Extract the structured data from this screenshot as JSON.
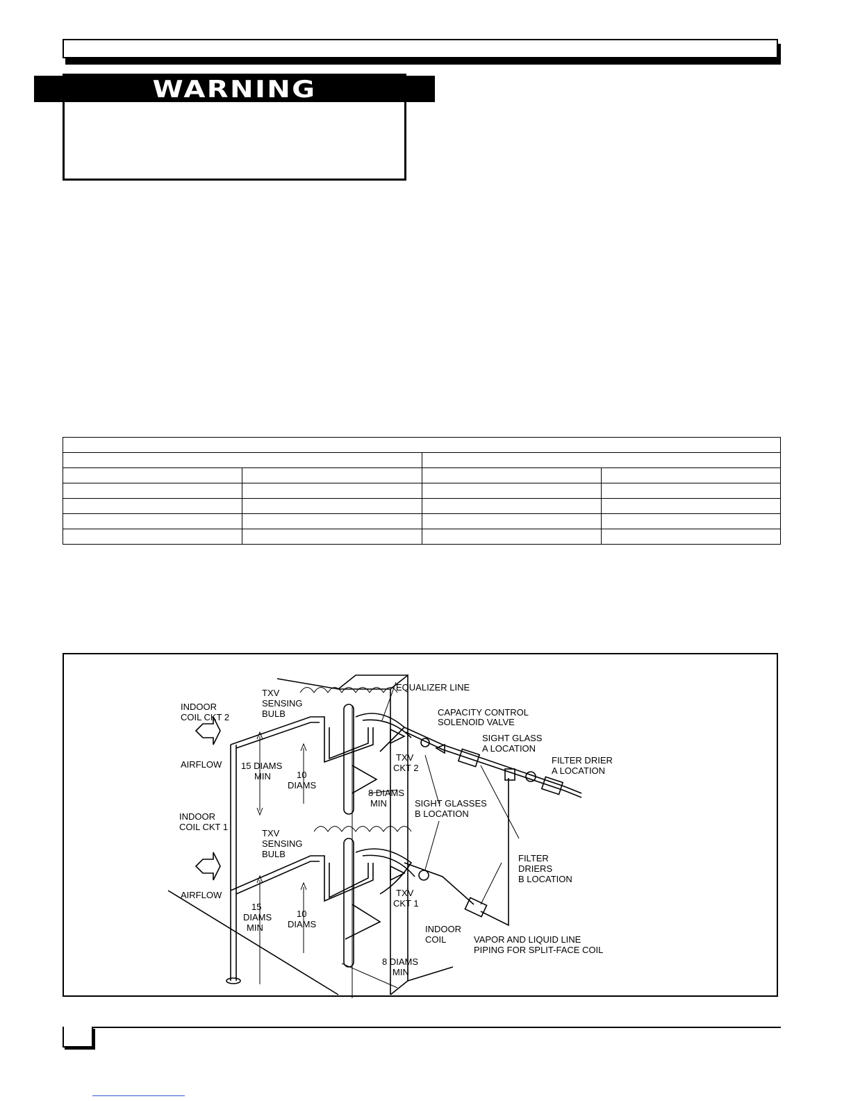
{
  "warning": {
    "title": "WARNING"
  },
  "figure": {
    "labels": {
      "indoor_coil_ckt2": [
        "INDOOR",
        "COIL CKT 2"
      ],
      "txv_bulb_top": [
        "TXV",
        "SENSING",
        "BULB"
      ],
      "equalizer": "EQUALIZER LINE",
      "capacity": [
        "CAPACITY CONTROL",
        "SOLENOID VALVE"
      ],
      "sight_a": [
        "SIGHT GLASS",
        "A LOCATION"
      ],
      "filter_a": [
        "FILTER DRIER",
        "A LOCATION"
      ],
      "airflow_top": "AIRFLOW",
      "diams15_top": [
        "15 DIAMS",
        "MIN"
      ],
      "diams10_top": [
        "10",
        "DIAMS"
      ],
      "txv_ckt2": [
        "TXV",
        "CKT 2"
      ],
      "diams8_top": [
        "8 DIAMS",
        "MIN"
      ],
      "sight_b": [
        "SIGHT GLASSES",
        "B LOCATION"
      ],
      "indoor_coil_ckt1": [
        "INDOOR",
        "COIL CKT 1"
      ],
      "txv_bulb_bot": [
        "TXV",
        "SENSING",
        "BULB"
      ],
      "filter_b": [
        "FILTER",
        "DRIERS",
        "B LOCATION"
      ],
      "airflow_bot": "AIRFLOW",
      "diams15_bot": [
        "15",
        "DIAMS",
        "MIN"
      ],
      "diams10_bot": [
        "10",
        "DIAMS"
      ],
      "txv_ckt1": [
        "TXV",
        "CKT 1"
      ],
      "indoor_coil": [
        "INDOOR",
        "COIL"
      ],
      "caption": [
        "VAPOR AND LIQUID LINE",
        "PIPING FOR SPLIT-FACE COIL"
      ],
      "diams8_bot": [
        "8 DIAMS",
        "MIN"
      ]
    }
  }
}
